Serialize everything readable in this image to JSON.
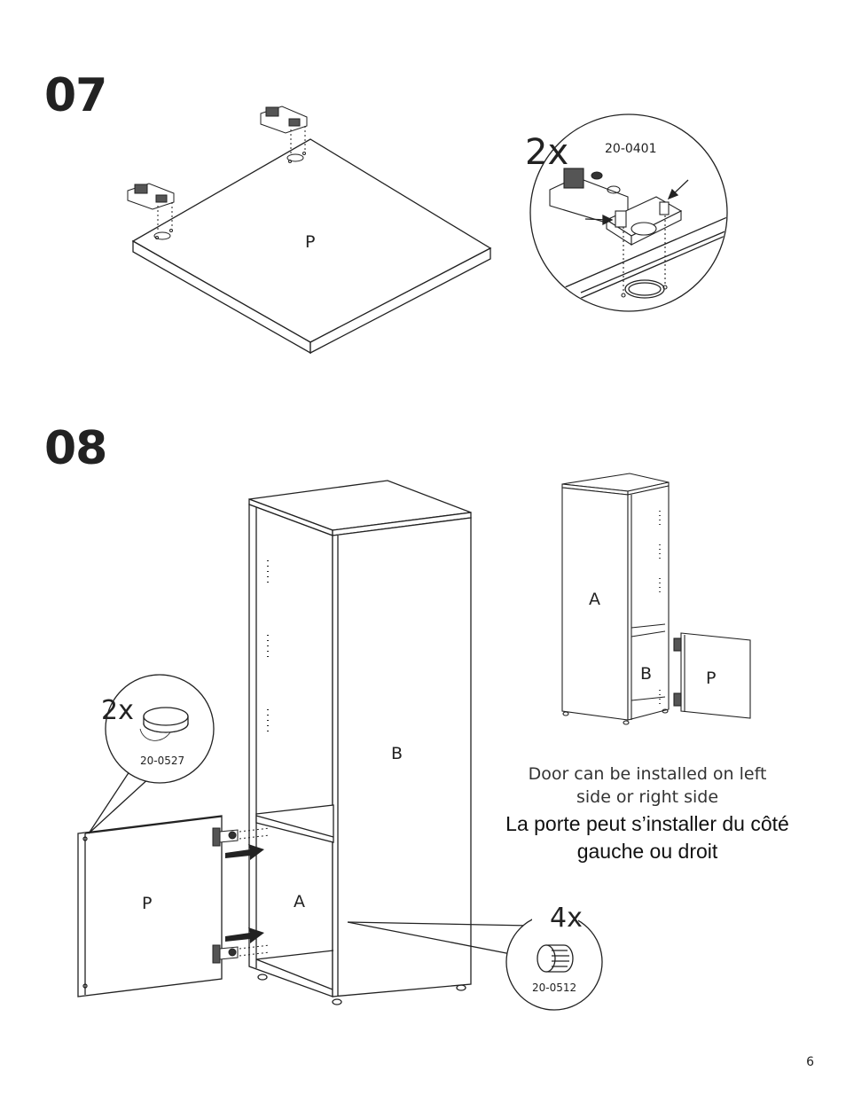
{
  "steps": {
    "s07": {
      "number": "07",
      "panel_label": "P",
      "detail_qty": "2x",
      "detail_part": "20-0401"
    },
    "s08": {
      "number": "08",
      "label_a": "A",
      "label_b": "B",
      "label_p": "P",
      "hinge_qty": "2x",
      "hinge_part": "20-0527",
      "foot_qty": "4x",
      "foot_part": "20-0512",
      "small_a": "A",
      "small_b": "B",
      "small_p": "P"
    }
  },
  "note": {
    "english": "Door can be installed on left side or right side",
    "french": "La porte peut s’installer du côté gauche ou droit"
  },
  "page_number": "6"
}
